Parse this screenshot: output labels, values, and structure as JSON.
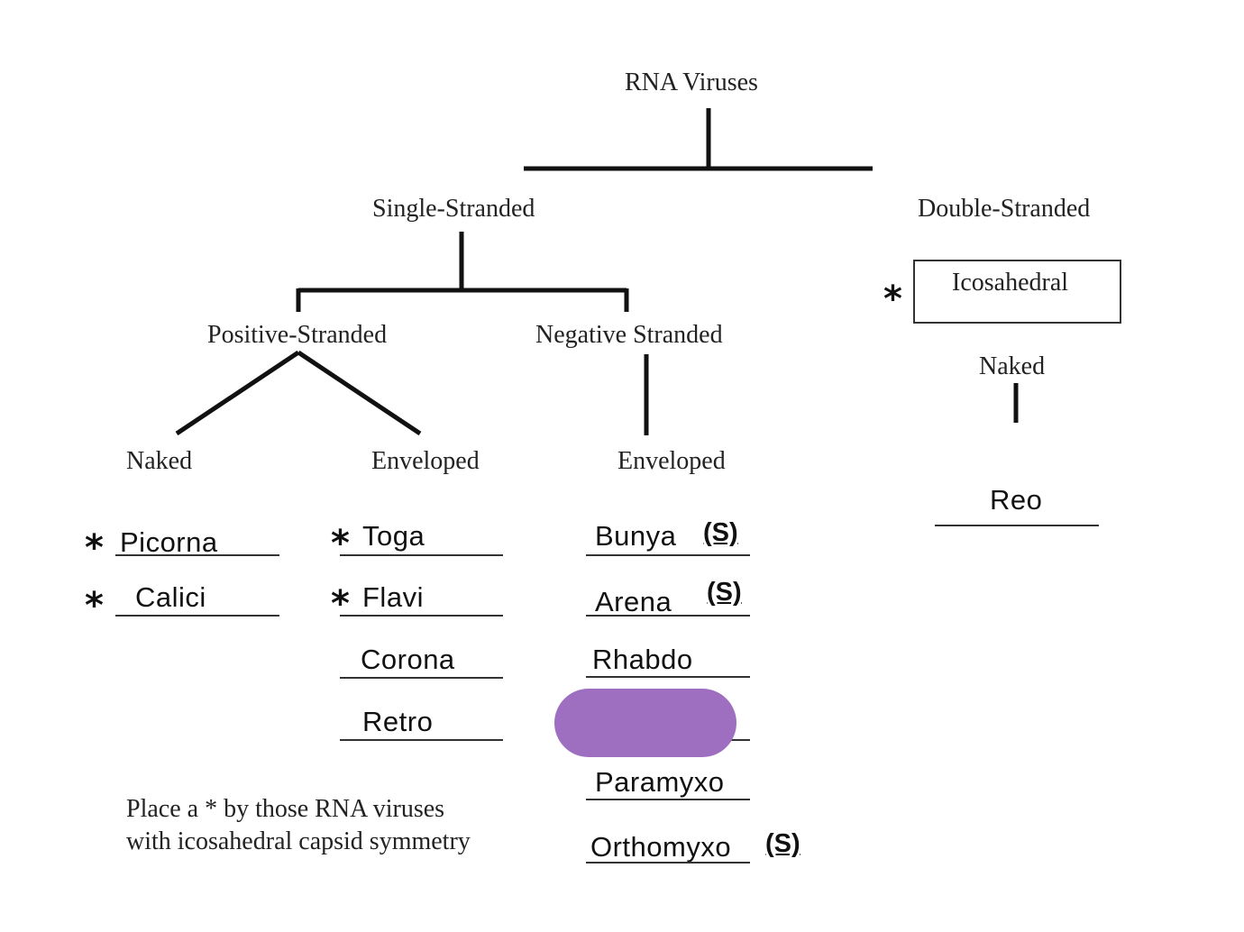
{
  "diagram": {
    "root": "RNA Viruses",
    "level1": {
      "single": "Single-Stranded",
      "double": "Double-Stranded"
    },
    "level2": {
      "positive": "Positive-Stranded",
      "negative": "Negative Stranded",
      "icosahedral": "Icosahedral"
    },
    "level3": {
      "pos_naked": "Naked",
      "pos_enveloped": "Enveloped",
      "neg_enveloped": "Enveloped",
      "ds_naked": "Naked"
    },
    "star_symbol": "*",
    "segmented_flag": "(S)",
    "highlight_color": "#9e6fc0"
  },
  "lists": {
    "pos_naked": [
      {
        "name": "Picorna",
        "star": true
      },
      {
        "name": "Calici",
        "star": true
      }
    ],
    "pos_enveloped": [
      {
        "name": "Toga",
        "star": true
      },
      {
        "name": "Flavi",
        "star": true
      },
      {
        "name": "Corona",
        "star": false
      },
      {
        "name": "Retro",
        "star": false
      }
    ],
    "neg_enveloped": [
      {
        "name": "Bunya",
        "segmented": true
      },
      {
        "name": "Arena",
        "segmented": true
      },
      {
        "name": "Rhabdo",
        "segmented": false
      },
      {
        "name": "",
        "redacted": true
      },
      {
        "name": "Paramyxo",
        "segmented": false
      },
      {
        "name": "Orthomyxo",
        "segmented": true
      }
    ],
    "ds_naked": [
      {
        "name": "Reo"
      }
    ]
  },
  "instruction": {
    "line1": "Place a * by those RNA viruses",
    "line2": "with icosahedral capsid symmetry"
  }
}
